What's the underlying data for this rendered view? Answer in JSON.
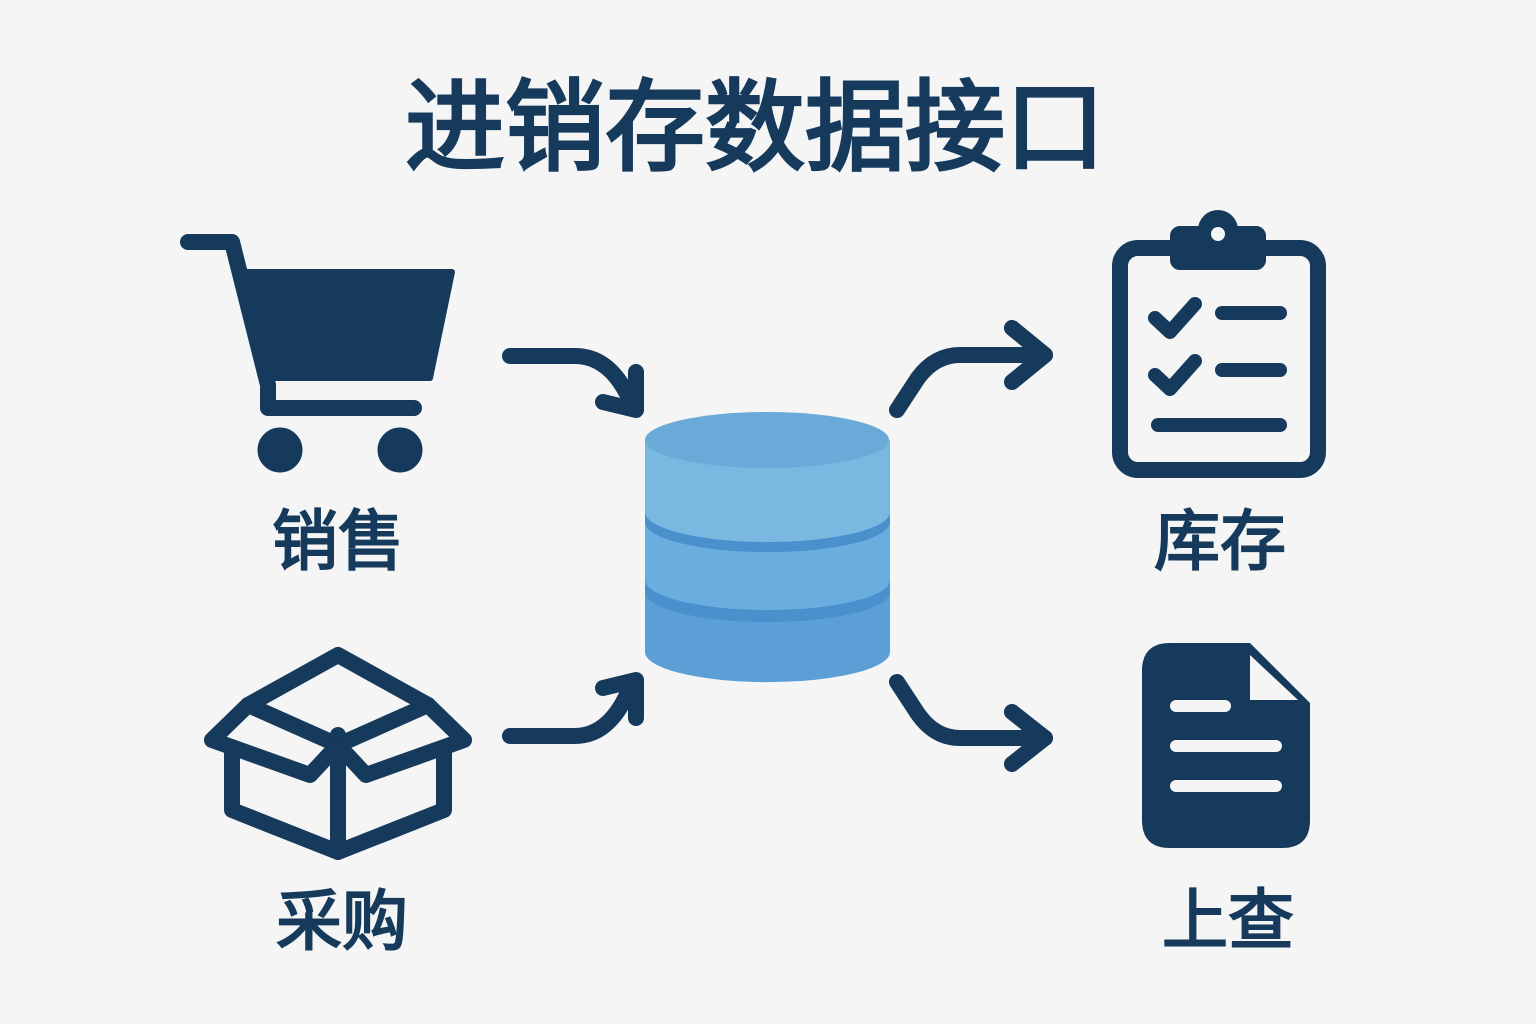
{
  "title": "进销存数据接口",
  "nodes": {
    "sales": {
      "label": "销售",
      "icon": "shopping-cart-icon"
    },
    "purchase": {
      "label": "采购",
      "icon": "open-box-icon"
    },
    "database": {
      "icon": "database-icon"
    },
    "inventory": {
      "label": "库存",
      "icon": "clipboard-checklist-icon"
    },
    "query": {
      "label": "上查",
      "icon": "document-icon"
    }
  },
  "colors": {
    "primary": "#163a5c",
    "background": "#f5f5f5",
    "db_top": "#6aaad8",
    "db_body": "#7ab8e2",
    "db_band": "#4a90cc"
  }
}
